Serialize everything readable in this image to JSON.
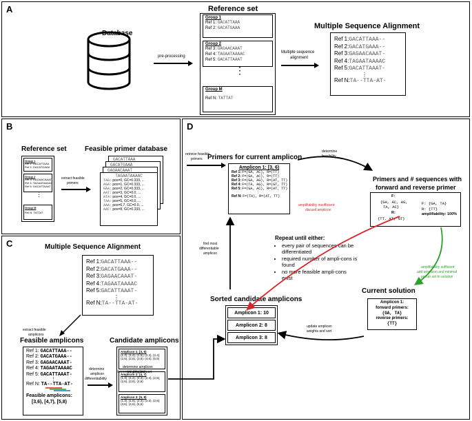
{
  "panelA": {
    "label": "A",
    "database": "Database",
    "preprocessing": "pre-processing",
    "refset_title": "Reference set",
    "groups": [
      {
        "head": "Group 1",
        "refs": [
          {
            "n": "Ref 1: ",
            "s": "GACATTAAA"
          },
          {
            "n": "Ref 2: ",
            "s": "GACATGAAA"
          }
        ]
      },
      {
        "head": "Group 2",
        "refs": [
          {
            "n": "Ref 3: ",
            "s": "GAGAACAAAT"
          },
          {
            "n": "Ref 4: ",
            "s": "TAGAATAAAAC"
          },
          {
            "n": "Ref 5: ",
            "s": "GACATTAAAT"
          }
        ]
      },
      {
        "head": "Group M",
        "refs": [
          {
            "n": "Ref N: ",
            "s": "TATTAT"
          }
        ]
      }
    ],
    "msa_arrow_label1": "Multiple sequence",
    "msa_arrow_label2": "alignment",
    "msa_title": "Multiple Sequence Alignment",
    "msa_rows": [
      {
        "n": "Ref 1:",
        "s": "GACATTAAA--"
      },
      {
        "n": "Ref 2:",
        "s": "GACATGAAA--"
      },
      {
        "n": "Ref 3:",
        "s": "GAGAACAAAT-"
      },
      {
        "n": "Ref 4:",
        "s": "TAGAATAAAAC"
      },
      {
        "n": "Ref 5:",
        "s": "GACATTAAAT-"
      },
      {
        "n": "Ref N:",
        "s": "TA--TTA-AT-"
      }
    ],
    "ellipsis": "⋮"
  },
  "panelB": {
    "label": "B",
    "refset_title": "Reference set",
    "mini_groups": [
      {
        "head": "Group 1",
        "refs": [
          "Ref 1: GACATTAAA",
          "Ref 2: GACATGAAA"
        ]
      },
      {
        "head": "Group 2",
        "refs": [
          "Ref 3: GAGAACAAAT",
          "Ref 4: TAGAATAAAAC",
          "Ref 5: GACATTAAAT"
        ]
      },
      {
        "head": "Group M",
        "refs": [
          "Ref N: TATTAT"
        ]
      }
    ],
    "arrow_label1": "extract feasible",
    "arrow_label2": "primers",
    "db_title": "Feasible primer database",
    "stack_seqs": [
      "GACATTAAA",
      "GACATGAAA",
      "GAGAACAAAT",
      "TAGAATAAAAC"
    ],
    "db_rows": [
      {
        "p": "TAG:",
        "v": "pos=0, GC=0.333, ..."
      },
      {
        "p": "AGA:",
        "v": "pos=1, GC=0.333, ..."
      },
      {
        "p": "GAA:",
        "v": "pos=2, GC=0.333, ..."
      },
      {
        "p": "AAT:",
        "v": "pos=3, GC=0.0, ..."
      },
      {
        "p": "ATA:",
        "v": "pos=4, GC=0.0, ..."
      },
      {
        "p": "TAA:",
        "v": "pos=5, GC=0.0, ..."
      },
      {
        "p": "AAA:",
        "v": "pos=6,7, GC=0.0, ..."
      },
      {
        "p": "AAC:",
        "v": "pos=8, GC=0.333, ..."
      }
    ]
  },
  "panelC": {
    "label": "C",
    "msa_title": "Multiple Sequence Alignment",
    "msa_rows": [
      {
        "n": "Ref 1:",
        "s": "GACATTAAA--"
      },
      {
        "n": "Ref 2:",
        "s": "GACATGAAA--"
      },
      {
        "n": "Ref 3:",
        "s": "GAGAACAAAT-"
      },
      {
        "n": "Ref 4:",
        "s": "TAGAATAAAAC"
      },
      {
        "n": "Ref 5:",
        "s": "GACATTAAAT-"
      },
      {
        "n": "Ref N:",
        "s": "TA--TTA-AT-"
      }
    ],
    "extract_label1": "extract feasible",
    "extract_label2": "amplicons",
    "feasible_title": "Feasible amplicons",
    "feasible_rows": [
      {
        "n": "Ref 1:",
        "s": "GACATTAAA--"
      },
      {
        "n": "Ref 2:",
        "s": "GACATGAAA--"
      },
      {
        "n": "Ref 3:",
        "s": "GAGAACAAAT-"
      },
      {
        "n": "Ref 4:",
        "s": "TAGAATAAAAC"
      },
      {
        "n": "Ref 5:",
        "s": "GACATTAAAT-"
      },
      {
        "n": "Ref N:",
        "s": "TA--TTA-AT-"
      }
    ],
    "feasible_label": "Feasible amplicons:",
    "feasible_values": "[3,6), [4,7), [5,8)",
    "diff_label1": "determine",
    "diff_label2": "amplicon",
    "diff_label3": "differentiability",
    "cand_title": "Candidate amplicons",
    "cand_boxes": [
      {
        "head": "Amplicon 1: [3, 6)",
        "pairs": "(1,3), (1,4), (1,5), (2,3), (2,4), (2,5), (2,6), (3,6), (4,6), (5,6)"
      },
      {
        "head": "Amplicon 2: [4, 7)",
        "pairs": "(1,3), (1,4), (2,3), (2,4), (2,5), (2,6), (3,6), (4,6)"
      },
      {
        "head": "Amplicon 3: [5, 8)",
        "pairs": "(1,3), (1,6), (2,3), (2,5), (2,6), (3,6), (4,6), (5,6)"
      }
    ]
  },
  "panelD": {
    "label": "D",
    "retrieve1": "retrieve feasible",
    "retrieve2": "primers",
    "primers_title": "Primers for current amplicon",
    "amp_head": "Amplicon 1: [3, 6)",
    "amp_rows": [
      {
        "n": "Ref 1:",
        "v": "F=(GA, AC), R=(TT)"
      },
      {
        "n": "Ref 2:",
        "v": "F=(GA, AC), R=(TT)"
      },
      {
        "n": "Ref 3:",
        "v": "F=(GA, AG), R=(AT, TT)"
      },
      {
        "n": "Ref 4:",
        "v": "F=(TA, AG), R=(GT, TT)"
      },
      {
        "n": "Ref 5:",
        "v": "F=(GA, AC), R=(AT, TT)"
      },
      {
        "n": "Ref N:",
        "v": "F=(TA), R=(AT, TT)"
      }
    ],
    "feas1": "determine",
    "feas2": "feasibility",
    "pn_title1": "Primers and # sequences with",
    "pn_title2": "forward and reverse primer",
    "pn_F": "F:",
    "pn_Fset": "{GA, AC, AG,",
    "pn_Fset2": "TA, AC}",
    "pn_R": "R:",
    "pn_Rset": "{TT, AT, GT}",
    "pn_F2": "F: {GA, TA}",
    "pn_R2": "R: {TT}",
    "pn_amp": "amplifiability: 100%",
    "insuff1": "amplifiability insufficient:",
    "insuff2": "discard amplicon",
    "find1": "find most",
    "find2": "differentiable",
    "find3": "amplicon",
    "repeat_title": "Repeat until either:",
    "bullets": [
      "every pair of sequences can be differentiated",
      "required number of ampli-cons is found",
      "no more feasible ampli-cons exist"
    ],
    "suff1": "amplifiability sufficient:",
    "suff2": "add amplicon and minimal",
    "suff3": "primer set to solution",
    "sorted_title": "Sorted candidate amplicons",
    "sorted": [
      "Amplicon 1: 10",
      "Amplicon 2: 8",
      "Amplicon 3: 8"
    ],
    "cur_title": "Current solution",
    "cur_l1": "Amplicon 1:",
    "cur_l2": "forward primers:",
    "cur_l3": "{GA, TA}",
    "cur_l4": "reverse primers:",
    "cur_l5": "{TT}",
    "upd1": "update amplicon",
    "upd2": "weights and sort",
    "det1": "determine amplicon",
    "det2": "weights and sort"
  },
  "colors": {
    "red": "#d62728",
    "green": "#2ca02c"
  }
}
